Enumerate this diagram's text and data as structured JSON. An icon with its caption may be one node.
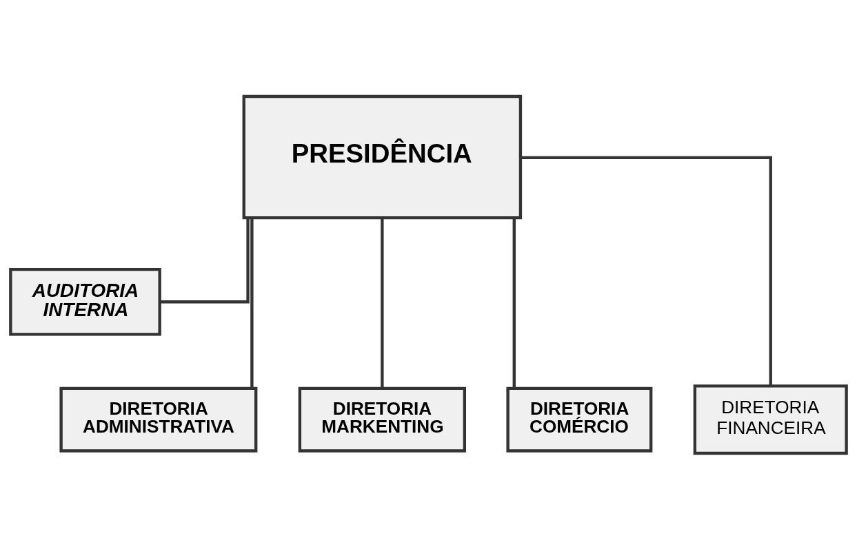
{
  "diagram": {
    "nodes": [
      {
        "text": [
          "PRESIDÊNCIA"
        ]
      },
      {
        "text": [
          "AUDITORIA INTERNA"
        ]
      },
      {
        "text": [
          "DIRETORIA ADMINISTRATIVA"
        ]
      },
      {
        "text": [
          "DIRETORIA MARKENTING"
        ]
      },
      {
        "text": [
          "DIRETORIA COMÉRCIO"
        ]
      },
      {
        "text": [
          "DIRETORIA FINANCEIRA"
        ]
      }
    ],
    "edges": [
      {
        "from": 0,
        "to": 1,
        "arrow": "none"
      },
      {
        "from": 0,
        "to": 2,
        "arrow": "none"
      },
      {
        "from": 0,
        "to": 3,
        "arrow": "none"
      },
      {
        "from": 0,
        "to": 4,
        "arrow": "none"
      },
      {
        "from": 0,
        "to": 5,
        "arrow": "none"
      }
    ]
  }
}
